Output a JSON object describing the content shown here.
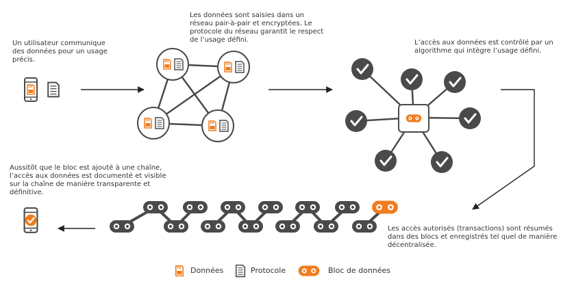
{
  "steps": {
    "step1": "Un utilisateur communique\ndes données pour un usage\nprécis.",
    "step2": "Les données sont saisies dans un\nréseau pair-à-pair et encryptées. Le\nprotocole du réseau garantit le respect\nde l’usage défini.",
    "step3": "L’accès aux données est contrôlé par un\nalgorithme qui intègre l’usage défini.",
    "step4": "Les accès autorisés (transactions) sont résumés\ndans des blocs et enregistrés tel quel de manière\ndécentralisée.",
    "step5": "Aussitôt que le bloc est ajouté à une chaîne,\nl’accès aux données est documenté et visible\nsur la chaîne de manière transparente et\ndéfinitive."
  },
  "legend": {
    "donnees": "Données",
    "protocole": "Protocole",
    "bloc": "Bloc de données"
  },
  "colors": {
    "dark": "#4a4a4a",
    "orange": "#f07c1e",
    "text": "#333333"
  },
  "icons": [
    "phone-icon",
    "sd-card-icon",
    "document-icon",
    "check-icon",
    "chain-block-icon"
  ]
}
